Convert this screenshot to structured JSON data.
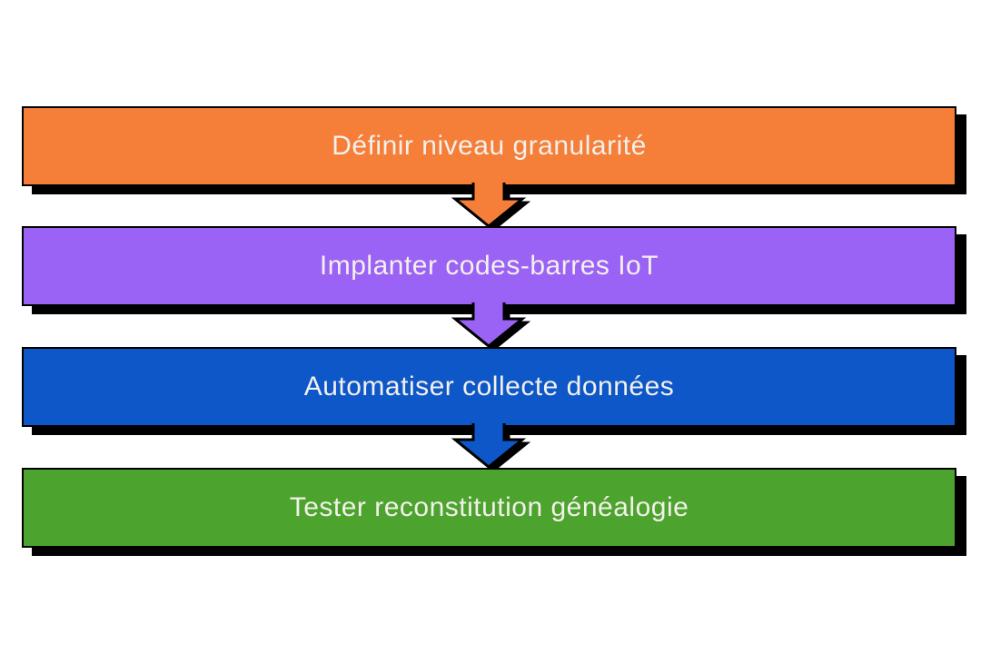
{
  "diagram": {
    "type": "process-flow",
    "direction": "top-to-bottom",
    "background_color": "#FFFFFF",
    "shadow_color": "#000000",
    "outline_color": "#000000",
    "text_color": "#F3F0EA",
    "connector": "block-down-arrow",
    "steps": [
      {
        "label": "Définir niveau granularité",
        "color": "#F57E39"
      },
      {
        "label": "Implanter codes-barres IoT",
        "color": "#9B63F5"
      },
      {
        "label": "Automatiser collecte données",
        "color": "#0D57C9"
      },
      {
        "label": "Tester reconstitution généalogie",
        "color": "#4CA42E"
      }
    ]
  }
}
